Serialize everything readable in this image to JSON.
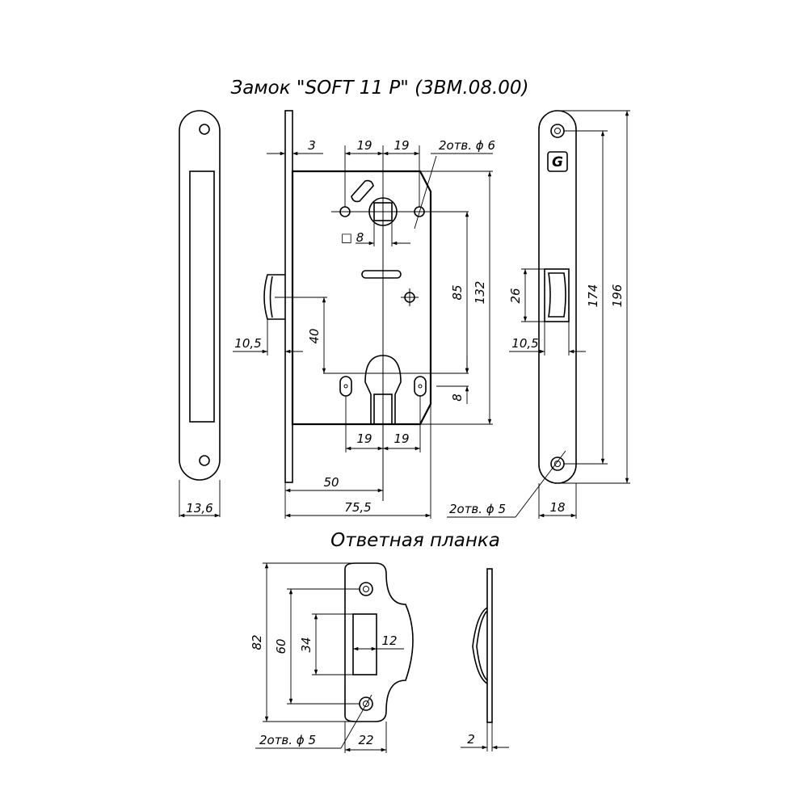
{
  "title": "Замок \"SOFT 11 P\" (3BM.08.00)",
  "subtitle": "Ответная планка",
  "logo_glyph": "G",
  "dims": {
    "d3": "3",
    "d19a": "19",
    "d19b": "19",
    "holes6": "2отв. ϕ 6",
    "sq8": "□ 8",
    "d85": "85",
    "d132": "132",
    "d40": "40",
    "d10_5_left": "10,5",
    "d8": "8",
    "d19c": "19",
    "d19d": "19",
    "d50": "50",
    "d75_5": "75,5",
    "d13_6": "13,6",
    "holes5_face": "2отв. ϕ 5",
    "d18": "18",
    "d26": "26",
    "d10_5_right": "10,5",
    "d174": "174",
    "d196": "196",
    "d82": "82",
    "d60": "60",
    "d34": "34",
    "d12": "12",
    "holes5_strike": "2отв.  ϕ 5",
    "d22": "22",
    "d2": "2"
  }
}
